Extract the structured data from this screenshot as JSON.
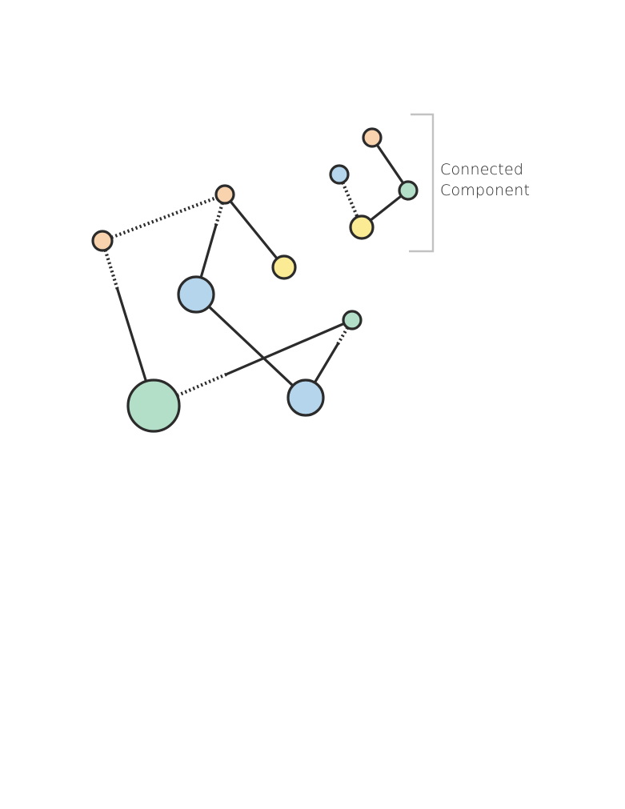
{
  "annotation": {
    "line1": "Connected",
    "line2": "Component"
  },
  "colors": {
    "orange": "#f8d3ad",
    "yellow": "#fbeb94",
    "blue": "#b5d5ec",
    "green": "#b3dec7",
    "stroke": "#2b2b2b",
    "bracket": "#c2c2c2"
  },
  "graph": {
    "nodes": [
      {
        "id": "n1",
        "color": "orange"
      },
      {
        "id": "n2",
        "color": "orange"
      },
      {
        "id": "n3",
        "color": "yellow"
      },
      {
        "id": "n4",
        "color": "blue"
      },
      {
        "id": "n5",
        "color": "green"
      },
      {
        "id": "n6",
        "color": "green"
      },
      {
        "id": "n7",
        "color": "blue"
      },
      {
        "id": "c1",
        "color": "orange"
      },
      {
        "id": "c2",
        "color": "blue"
      },
      {
        "id": "c3",
        "color": "green"
      },
      {
        "id": "c4",
        "color": "yellow"
      }
    ],
    "edges": [
      {
        "from": "n1",
        "to": "n2",
        "style": "dotted"
      },
      {
        "from": "n2",
        "to": "n3",
        "style": "solid"
      },
      {
        "from": "n2",
        "to": "n4",
        "style": "mixed"
      },
      {
        "from": "n1",
        "to": "n6",
        "style": "mixed"
      },
      {
        "from": "n4",
        "to": "n7",
        "style": "solid"
      },
      {
        "from": "n6",
        "to": "n5",
        "style": "mixed"
      },
      {
        "from": "n5",
        "to": "n7",
        "style": "mixed"
      },
      {
        "from": "c1",
        "to": "c3",
        "style": "solid"
      },
      {
        "from": "c3",
        "to": "c4",
        "style": "solid"
      },
      {
        "from": "c2",
        "to": "c4",
        "style": "dotted"
      }
    ]
  }
}
